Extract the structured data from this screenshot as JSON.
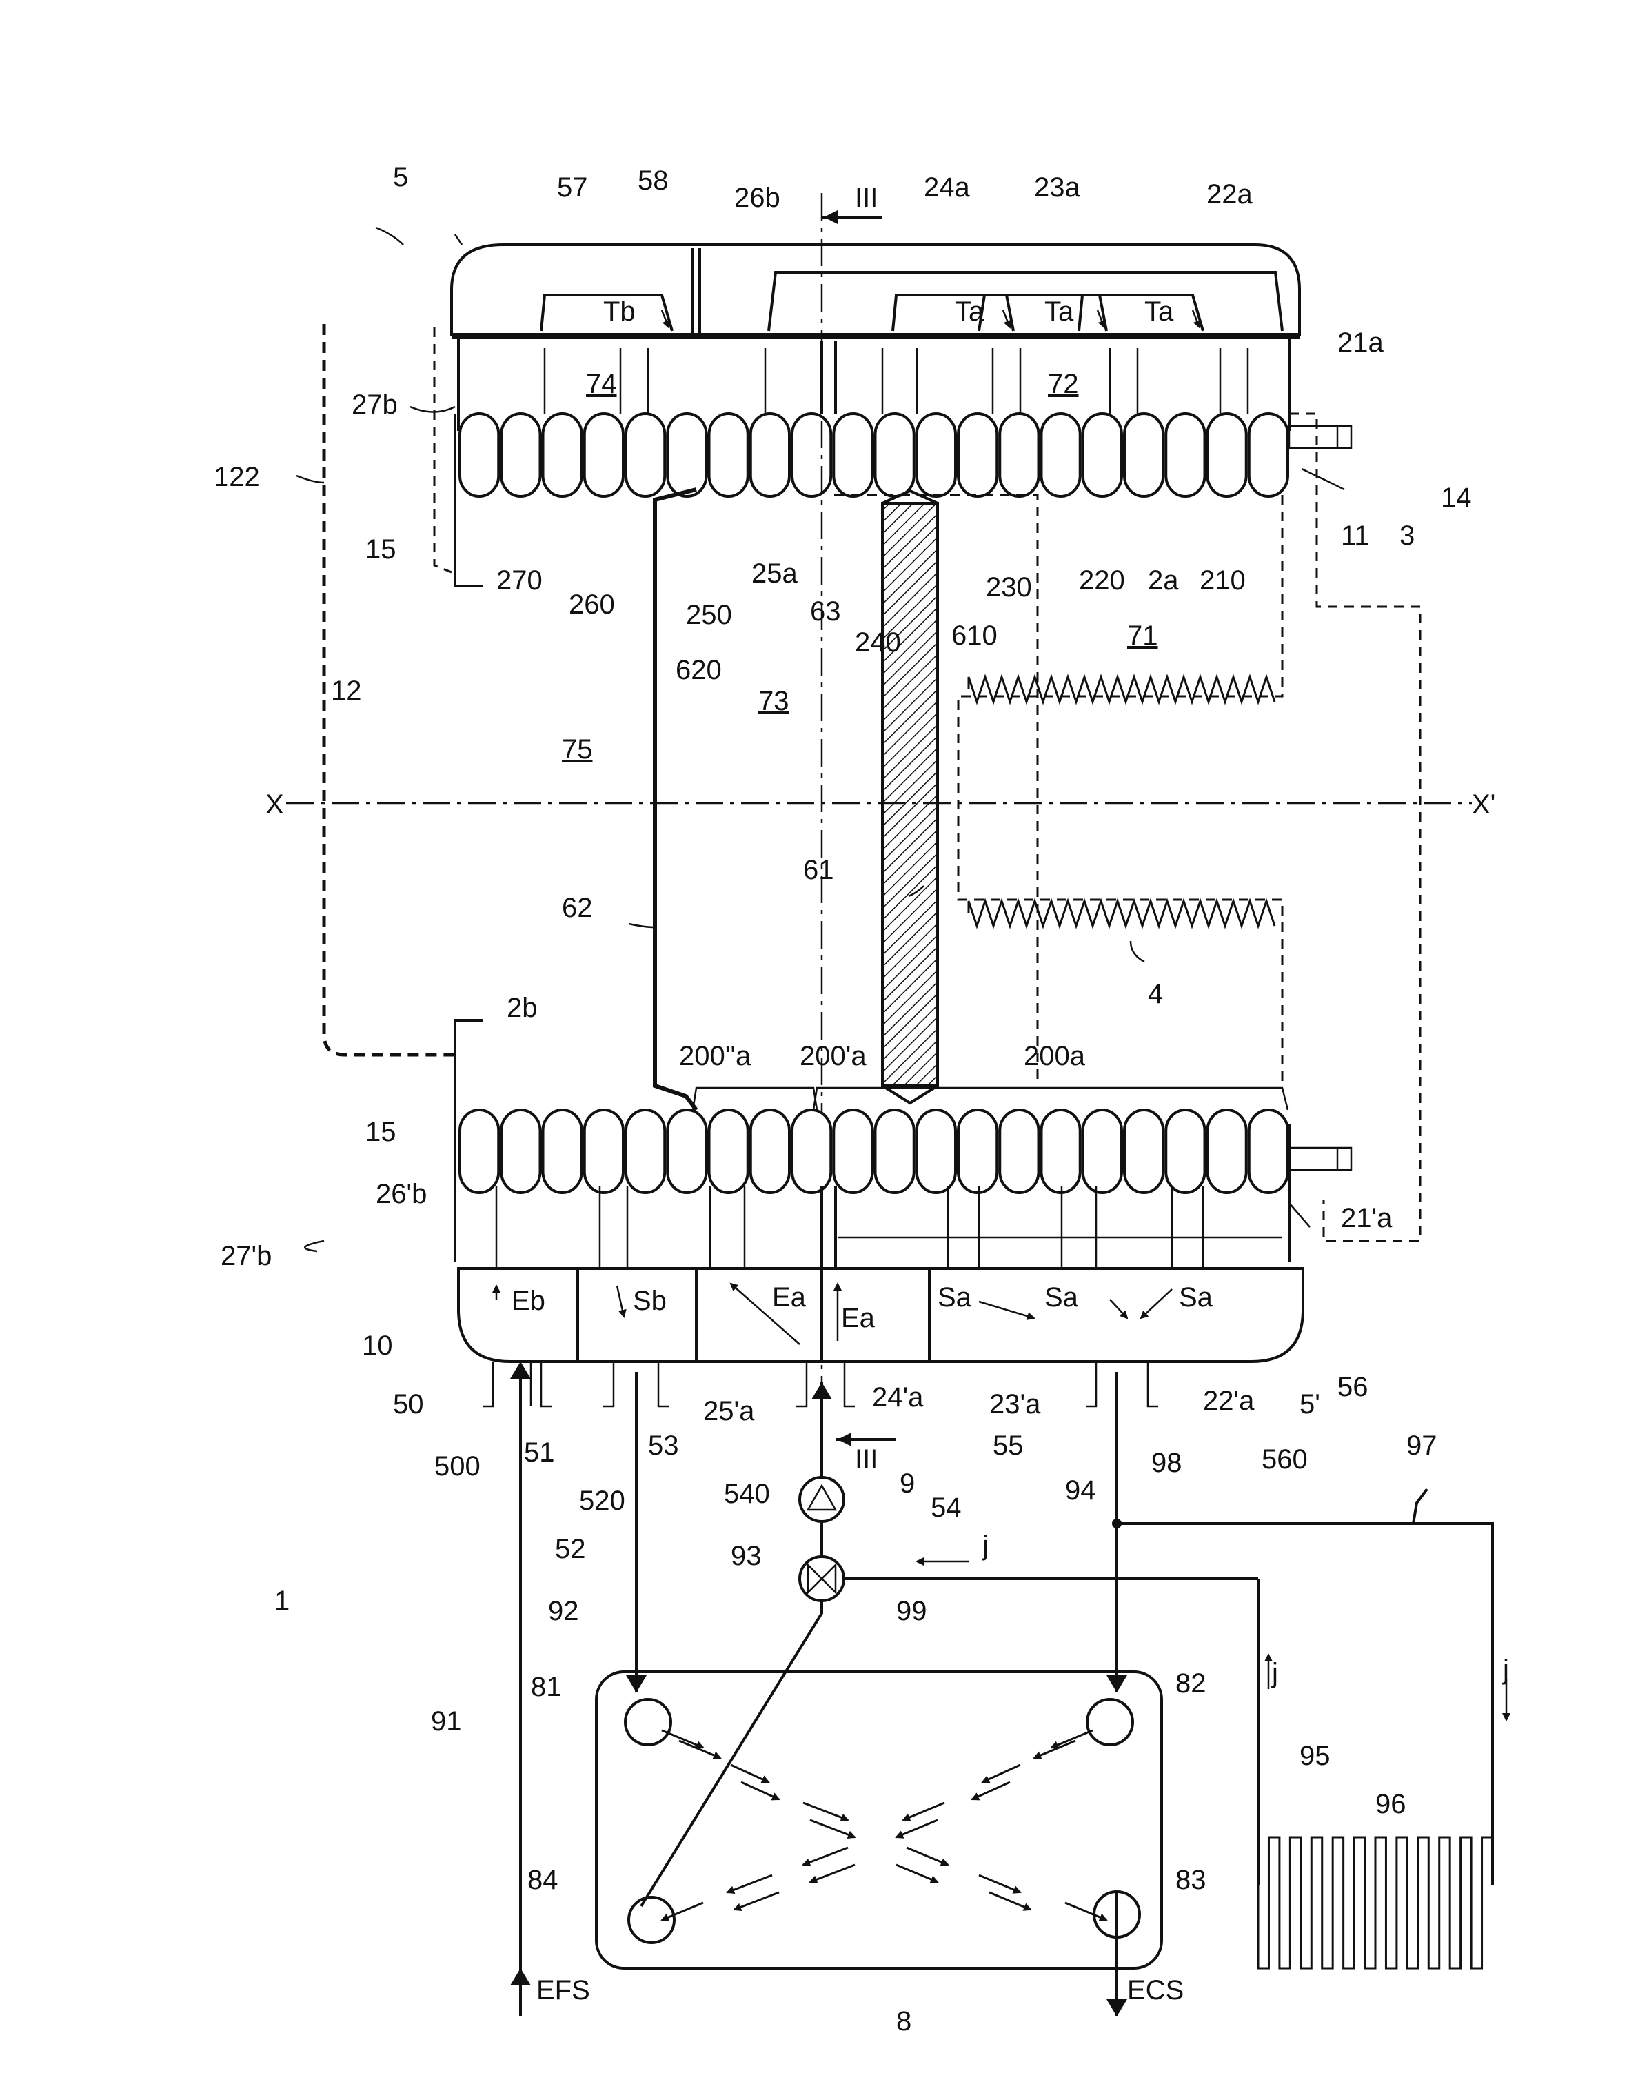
{
  "labels": {
    "l_5": "5",
    "l_57": "57",
    "l_58": "58",
    "l_26b": "26b",
    "l_III_top": "III",
    "l_24a": "24a",
    "l_23a": "23a",
    "l_22a": "22a",
    "l_21a": "21a",
    "l_Tb": "Tb",
    "l_Ta1": "Ta",
    "l_Ta2": "Ta",
    "l_Ta3": "Ta",
    "l_27b": "27b",
    "l_74": "74",
    "l_72": "72",
    "l_122": "122",
    "l_14": "14",
    "l_11": "11",
    "l_3": "3",
    "l_15a": "15",
    "l_270": "270",
    "l_260": "260",
    "l_250": "250",
    "l_25a": "25a",
    "l_63": "63",
    "l_230": "230",
    "l_220": "220",
    "l_2a": "2a",
    "l_210": "210",
    "l_620": "620",
    "l_240": "240",
    "l_610": "610",
    "l_71": "71",
    "l_12": "12",
    "l_73": "73",
    "l_75": "75",
    "l_X": "X",
    "l_Xp": "X'",
    "l_61": "61",
    "l_62": "62",
    "l_4": "4",
    "l_2b": "2b",
    "l_200pp_a": "200''a",
    "l_200p_a": "200'a",
    "l_200a": "200a",
    "l_15b": "15",
    "l_26pb": "26'b",
    "l_21pa": "21'a",
    "l_27pb": "27'b",
    "l_Eb": "Eb",
    "l_Sb": "Sb",
    "l_Ea1": "Ea",
    "l_Ea2": "Ea",
    "l_Sa1": "Sa",
    "l_Sa2": "Sa",
    "l_Sa3": "Sa",
    "l_10": "10",
    "l_50": "50",
    "l_56": "56",
    "l_22pa": "22'a",
    "l_5p": "5'",
    "l_500": "500",
    "l_51": "51",
    "l_520": "520",
    "l_53": "53",
    "l_25pa": "25'a",
    "l_24pa": "24'a",
    "l_23pa": "23'a",
    "l_55": "55",
    "l_560": "560",
    "l_97": "97",
    "l_98": "98",
    "l_94": "94",
    "l_540": "540",
    "l_III_bot": "III",
    "l_9": "9",
    "l_54": "54",
    "l_52": "52",
    "l_1": "1",
    "l_93": "93",
    "l_j1": "j",
    "l_99": "99",
    "l_92": "92",
    "l_81": "81",
    "l_82": "82",
    "l_j2": "j",
    "l_j3": "j",
    "l_91": "91",
    "l_95": "95",
    "l_96": "96",
    "l_84": "84",
    "l_83": "83",
    "l_EFS": "EFS",
    "l_ECS": "ECS",
    "l_8": "8"
  }
}
